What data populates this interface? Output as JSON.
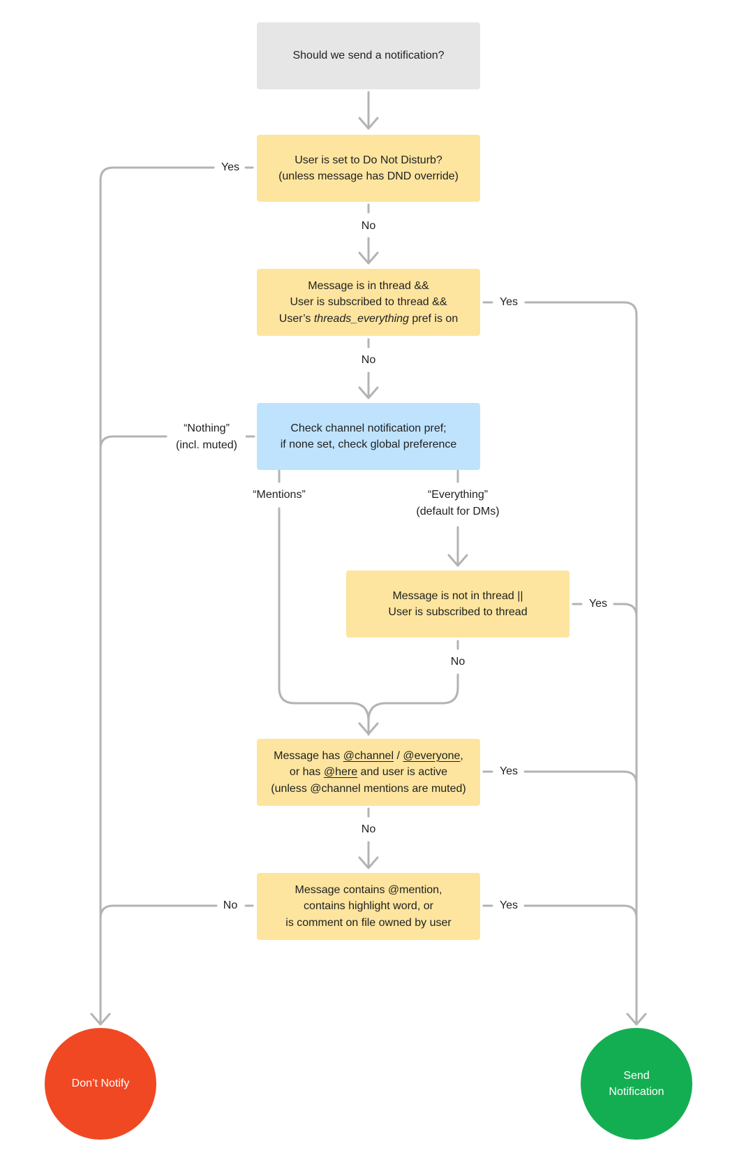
{
  "nodes": {
    "start": "Should we send a notification?",
    "dnd": {
      "line1": "User is set to Do Not Disturb?",
      "line2": "(unless message has DND override)"
    },
    "thread": {
      "line1": "Message is in thread &&",
      "line2": "User is subscribed to thread &&",
      "line3_pre": "User’s ",
      "line3_italic": "threads_everything",
      "line3_post": " pref is on"
    },
    "channel_pref": {
      "line1": "Check channel notification pref;",
      "line2": "if none set, check global preference"
    },
    "not_in_thread": {
      "line1": "Message is not in thread ||",
      "line2": "User is subscribed to thread"
    },
    "channel_mention": {
      "line1_a": "Message has ",
      "line1_b": "@channel",
      "line1_c": " / ",
      "line1_d": "@everyone",
      "line1_e": ",",
      "line2_a": "or has ",
      "line2_b": "@here",
      "line2_c": " and user is active",
      "line3": "(unless @channel mentions are muted)"
    },
    "mention": {
      "line1": "Message contains @mention,",
      "line2": "contains highlight word, or",
      "line3": "is comment on file owned by user"
    },
    "dont_notify": "Don’t Notify",
    "send": {
      "line1": "Send",
      "line2": "Notification"
    }
  },
  "edge_labels": {
    "dnd_yes": "Yes",
    "dnd_no": "No",
    "thread_yes": "Yes",
    "thread_no": "No",
    "nothing_line1": "“Nothing”",
    "nothing_line2": "(incl. muted)",
    "mentions": "“Mentions”",
    "everything_line1": "“Everything”",
    "everything_line2": "(default for DMs)",
    "not_in_thread_yes": "Yes",
    "not_in_thread_no": "No",
    "channel_yes": "Yes",
    "channel_no": "No",
    "mention_no": "No",
    "mention_yes": "Yes"
  },
  "colors": {
    "start": "#e6e6e6",
    "decision": "#fde59f",
    "preference": "#bfe3fc",
    "dont_notify": "#f04823",
    "send": "#14ae52",
    "connector": "#b3b3b3"
  }
}
